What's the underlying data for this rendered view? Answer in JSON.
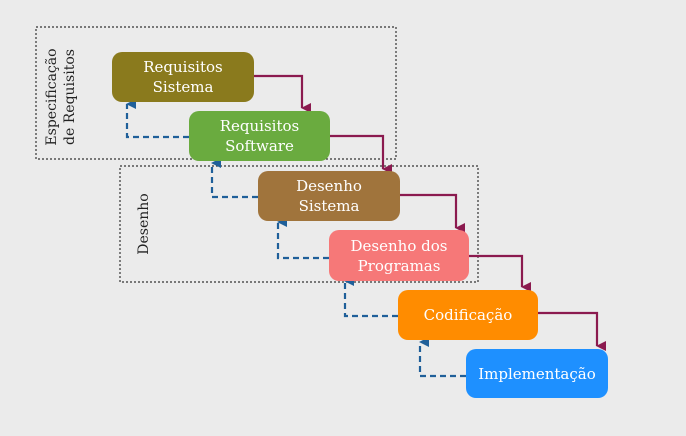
{
  "colors": {
    "background": "#ebebeb",
    "forward_arrow": "#8b1a4f",
    "feedback_arrow": "#1f5f99",
    "group_border": "#333333"
  },
  "groups": [
    {
      "id": "spec",
      "label_lines": [
        "Especificação",
        "de Requisitos"
      ]
    },
    {
      "id": "design",
      "label_lines": [
        "Desenho"
      ]
    }
  ],
  "stages": [
    {
      "id": "req-sistema",
      "lines": [
        "Requisitos",
        "Sistema"
      ],
      "fill": "#8a7a1d",
      "text": "#ffffff"
    },
    {
      "id": "req-software",
      "lines": [
        "Requisitos",
        "Software"
      ],
      "fill": "#6aab3f",
      "text": "#ffffff"
    },
    {
      "id": "desenho-sistema",
      "lines": [
        "Desenho",
        "Sistema"
      ],
      "fill": "#a0743c",
      "text": "#ffffff"
    },
    {
      "id": "desenho-programas",
      "lines": [
        "Desenho dos",
        "Programas"
      ],
      "fill": "#f67878",
      "text": "#ffffff"
    },
    {
      "id": "codificacao",
      "lines": [
        "Codificação"
      ],
      "fill": "#ff8c00",
      "text": "#ffffff"
    },
    {
      "id": "implementacao",
      "lines": [
        "Implementação"
      ],
      "fill": "#1e90ff",
      "text": "#ffffff"
    }
  ]
}
